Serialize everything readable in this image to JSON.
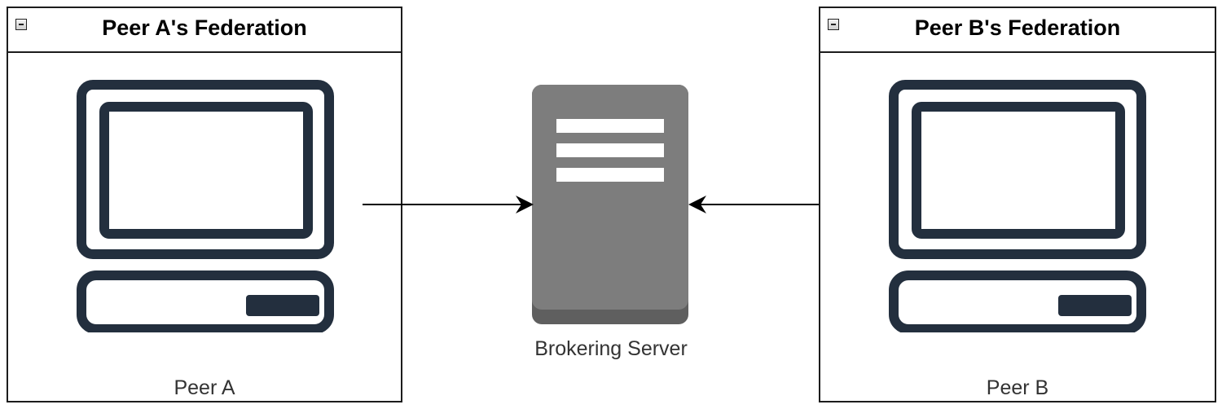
{
  "containers": {
    "peer_a": {
      "title": "Peer A's Federation",
      "peer_label": "Peer A"
    },
    "peer_b": {
      "title": "Peer B's Federation",
      "peer_label": "Peer B"
    }
  },
  "server": {
    "label": "Brokering Server"
  },
  "icons": {
    "container_collapse": "minus-square-icon",
    "peer": "desktop-computer-icon",
    "server": "server-icon"
  },
  "colors": {
    "icon_stroke": "#232f3e",
    "server_body": "#7d7d7d",
    "server_base": "#5f5f5f",
    "border": "#1c1c1c",
    "arrow": "#000000"
  }
}
